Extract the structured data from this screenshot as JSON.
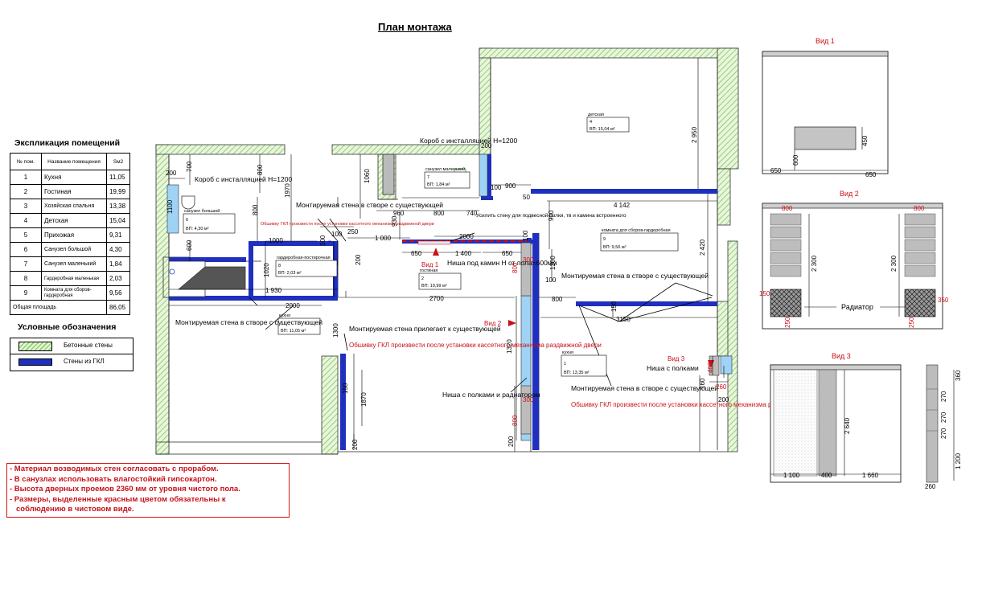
{
  "title": "План монтажа",
  "explication": {
    "heading": "Экспликация помещений",
    "columns": [
      "№ пом.",
      "Название помещения",
      "Sм2"
    ],
    "rows": [
      {
        "num": "1",
        "name": "Кухня",
        "area": "11,05"
      },
      {
        "num": "2",
        "name": "Гостиная",
        "area": "19,99"
      },
      {
        "num": "3",
        "name": "Хозяйская спальня",
        "area": "13,38"
      },
      {
        "num": "4",
        "name": "Детская",
        "area": "15,04"
      },
      {
        "num": "5",
        "name": "Прихожая",
        "area": "9,31"
      },
      {
        "num": "6",
        "name": "Санузел большой",
        "area": "4,30"
      },
      {
        "num": "7",
        "name": "Санузел маленький",
        "area": "1,84"
      },
      {
        "num": "8",
        "name": "Гардеробная маленькая",
        "area": "2,03"
      },
      {
        "num": "9",
        "name": "Комната для сборов-гардеробная",
        "area": "9,56"
      }
    ],
    "total_label": "Общая площадь",
    "total_value": "86,05"
  },
  "legend": {
    "heading": "Условные обозначения",
    "concrete": "Бетонные стены",
    "gkl": "Стены из ГКЛ"
  },
  "notes": [
    "- Материал возводимых стен согласовать с прорабом.",
    "- В санузлах использовать влагостойкий гипсокартон.",
    "- Высота дверных проемов 2360 мм от уровня чистого пола.",
    "- Размеры, выделенные красным цветом обязательны к",
    "  соблюдению в чистовом виде."
  ],
  "colors": {
    "gkl": "#1f2fbf",
    "red": "#c8101a",
    "concrete": "#8fcf6f",
    "accent_blue": "#9fd3f5",
    "gray": "#bcbcbc"
  },
  "plan": {
    "rooms": [
      {
        "name": "детская",
        "num": "4",
        "vp": "ВП: 15,04 м²"
      },
      {
        "name": "санузел маленький",
        "num": "7",
        "vp": "ВП: 1,84 м²"
      },
      {
        "name": "санузел большой",
        "num": "6",
        "vp": "ВП: 4,30 м²"
      },
      {
        "name": "гардеробная-постирочная",
        "num": "8",
        "vp": "ВП: 2,03 м²"
      },
      {
        "name": "гостиная",
        "num": "2",
        "vp": "ВП: 19,99 м²"
      },
      {
        "name": "комната для сборов-гардеробная",
        "num": "9",
        "vp": "ВП: 9,56 м²"
      },
      {
        "name": "кухня",
        "num": "1",
        "vp": "ВП: 11,05 м²"
      },
      {
        "name": "кухня",
        "num": "1",
        "vp": "ВП: 13,35 м²"
      }
    ],
    "labels": {
      "korob1": "Короб с инсталляцией Н=1200",
      "korob2": "Короб с инсталляцией Н=1200",
      "mont1": "Монтируемая стена в створе с существующей",
      "mont2": "Монтируемая стена в створе с существующей",
      "mont3": "Монтируемая стена в створе с существующей",
      "mont4": "Монтируемая стена прилегает к существующей",
      "mont5": "Монтируемая стена в створе с существующей",
      "gkl_note": "Обшивку ГКЛ произвести после установки кассетного механизма раздвижной двери",
      "gkl_note2": "Обшивку ГКЛ произвести после установки кассетного механизма раздвижной двери",
      "gkl_small": "Обшивку ГКЛ произвести после установки кассетного механизма раздвижной двери",
      "usilit": "Усилить стену для подвесной полки, тв и камина встроенного",
      "nisha_kamin": "Ниша под камин Н от пола=600мм",
      "nisha_polki": "Ниша с полками и радиатором",
      "nisha_polki2": "Ниша с полками",
      "vid1": "Вид 1",
      "vid2": "Вид 2",
      "vid3": "Вид 3"
    },
    "dims": [
      "200",
      "700",
      "800",
      "1970",
      "1060",
      "200",
      "900",
      "1100",
      "600",
      "100",
      "1000",
      "800",
      "100",
      "250",
      "1 000",
      "960",
      "800",
      "740",
      "930",
      "2800",
      "2 950",
      "100",
      "4 142",
      "650",
      "1 400",
      "650",
      "100",
      "1200",
      "900",
      "2 420",
      "1020",
      "1 930",
      "2000",
      "200",
      "1300",
      "2700",
      "800",
      "150",
      "3150",
      "100",
      "1320",
      "800",
      "300",
      "1870",
      "150",
      "200",
      "800",
      "300",
      "200",
      "160",
      "260",
      "200",
      "400",
      "50",
      "300",
      "800",
      "200"
    ]
  },
  "views": {
    "vid1": {
      "title": "Вид 1",
      "dims": [
        "650",
        "600",
        "450",
        "650"
      ]
    },
    "vid2": {
      "title": "Вид 2",
      "dims": [
        "800",
        "800",
        "2 300",
        "2 300",
        "150",
        "250",
        "250",
        "350"
      ],
      "radiator": "Радиатор"
    },
    "vid3": {
      "title": "Вид 3",
      "dims": [
        "2 640",
        "1 100",
        "400",
        "1 660",
        "360",
        "270",
        "270",
        "270",
        "1 200",
        "260"
      ]
    }
  }
}
